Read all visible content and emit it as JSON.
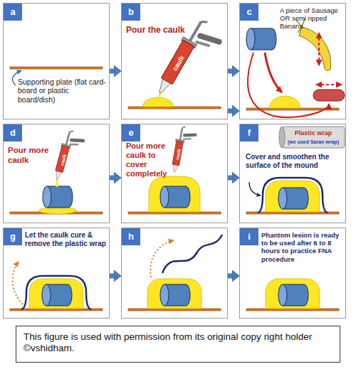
{
  "diagram": {
    "caption": "This figure is used with permission from its original copy right holder ©vshidham.",
    "nodes": [
      {
        "text": [
          "a",
          "Supporting plate (flat card-board or plastic board/dish)"
        ]
      },
      {
        "text": [
          "b",
          "Pour the caulk",
          "caulk"
        ]
      },
      {
        "text": [
          "c",
          "A piece of Sausage OR semi ripped Banana"
        ]
      },
      {
        "text": [
          "d",
          "Pour more caulk",
          "caulk"
        ]
      },
      {
        "text": [
          "e",
          "Pour more caulk to cover completely",
          "caulk"
        ]
      },
      {
        "text": [
          "f",
          "Plastic wrap",
          "(we used Saran wrap)",
          "Cover and smoothen the surface of the mound"
        ]
      },
      {
        "text": [
          "g",
          "Let the caulk cure & remove the plastic wrap"
        ]
      },
      {
        "text": [
          "h"
        ]
      },
      {
        "text": [
          "i",
          "Phantom lesion is ready to be used after 6 to 8 hours to practice FNA procedure"
        ]
      }
    ],
    "edges": [
      {
        "from": 0,
        "to": 1,
        "arrow": "to"
      },
      {
        "from": 1,
        "to": 2,
        "arrow": "to"
      },
      {
        "from": 1,
        "to": 2,
        "arrow": "to"
      },
      {
        "from": 3,
        "to": 4,
        "arrow": "to"
      },
      {
        "from": 4,
        "to": 5,
        "arrow": "to"
      },
      {
        "from": 6,
        "to": 7,
        "arrow": "to"
      },
      {
        "from": 7,
        "to": 8,
        "arrow": "to"
      }
    ]
  }
}
